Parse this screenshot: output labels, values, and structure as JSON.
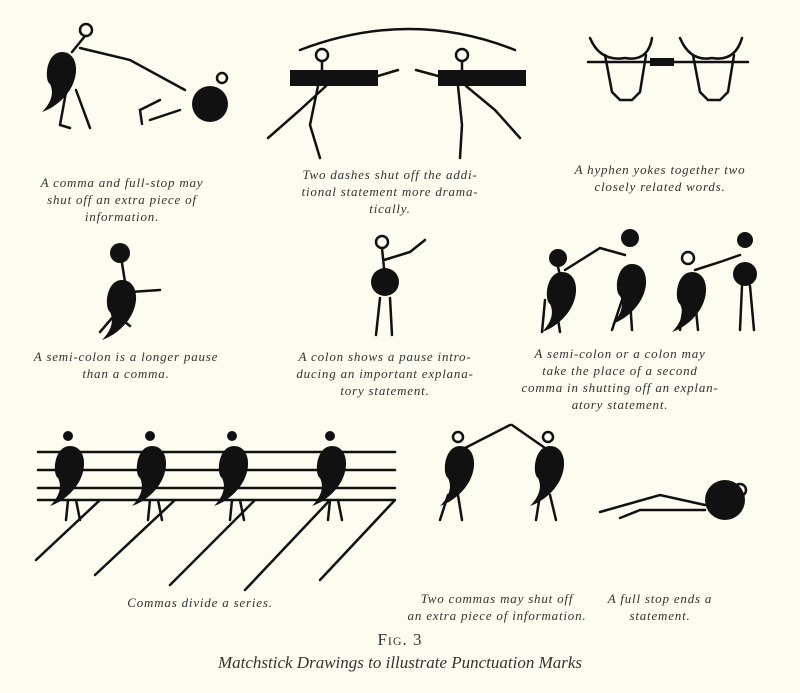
{
  "captions": [
    {
      "lines": [
        "A comma and full-stop may",
        "shut off an extra piece of",
        "information."
      ]
    },
    {
      "lines": [
        "Two dashes shut off the addi-",
        "tional statement more drama-",
        "tically."
      ]
    },
    {
      "lines": [
        "A hyphen yokes together two",
        "closely related words."
      ]
    },
    {
      "lines": [
        "A semi-colon is a longer pause",
        "than a comma."
      ]
    },
    {
      "lines": [
        "A colon shows a pause intro-",
        "ducing an important explana-",
        "tory statement."
      ]
    },
    {
      "lines": [
        "A semi-colon or a colon may",
        "take the place of a second",
        "comma in shutting off an explan-",
        "atory statement."
      ]
    },
    {
      "lines": [
        "Commas divide a series."
      ]
    },
    {
      "lines": [
        "Two commas may shut off",
        "an extra piece of information."
      ]
    },
    {
      "lines": [
        "A full stop ends a",
        "statement."
      ]
    }
  ],
  "figure": {
    "label": "Fig. 3",
    "title": "Matchstick Drawings to illustrate Punctuation Marks"
  }
}
